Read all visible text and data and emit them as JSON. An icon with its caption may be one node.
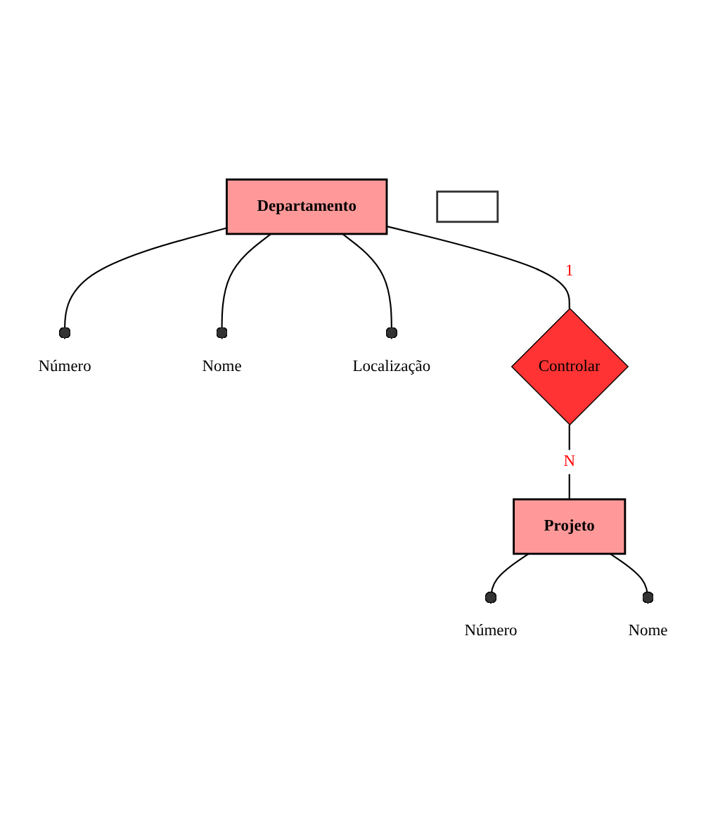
{
  "diagram": {
    "nodes": [
      {
        "text": [
          "Departamento"
        ]
      },
      {
        "text": [
          "Número"
        ]
      },
      {
        "text": [
          "Nome"
        ]
      },
      {
        "text": [
          "Localização"
        ]
      },
      {
        "text": [
          "Controlar"
        ]
      },
      {
        "text": [
          "Projeto"
        ]
      },
      {
        "text": [
          "Número"
        ]
      },
      {
        "text": [
          "Nome"
        ]
      },
      {
        "text": [],
        "shape": "box"
      }
    ],
    "edges": [
      {
        "from": 0,
        "to": 1,
        "arrow": "other"
      },
      {
        "from": 0,
        "to": 2,
        "arrow": "other"
      },
      {
        "from": 0,
        "to": 3,
        "arrow": "other"
      },
      {
        "from": 0,
        "to": 4,
        "arrow": "none",
        "label": "1"
      },
      {
        "from": 4,
        "to": 5,
        "arrow": "none",
        "label": "N"
      },
      {
        "from": 5,
        "to": 6,
        "arrow": "other"
      },
      {
        "from": 5,
        "to": 7,
        "arrow": "other"
      }
    ]
  }
}
